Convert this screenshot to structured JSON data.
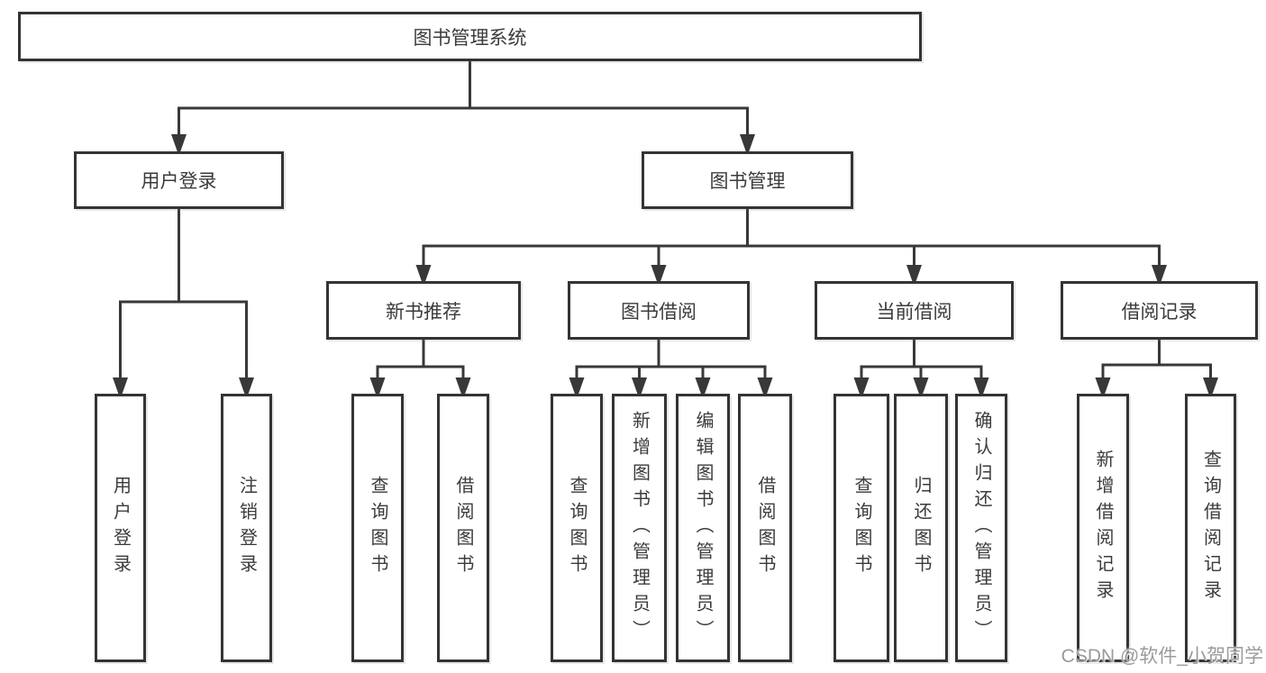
{
  "diagram": {
    "root": {
      "label": "图书管理系统"
    },
    "level2": [
      {
        "label": "用户登录"
      },
      {
        "label": "图书管理"
      }
    ],
    "level3": [
      {
        "label": "新书推荐"
      },
      {
        "label": "图书借阅"
      },
      {
        "label": "当前借阅"
      },
      {
        "label": "借阅记录"
      }
    ],
    "leaves": {
      "user_login": [
        {
          "label": "用户登录"
        },
        {
          "label": "注销登录"
        }
      ],
      "new_book_recommend": [
        {
          "label": "查询图书"
        },
        {
          "label": "借阅图书"
        }
      ],
      "book_borrow": [
        {
          "label": "查询图书"
        },
        {
          "label": "新增图书（管理员）"
        },
        {
          "label": "编辑图书（管理员）"
        },
        {
          "label": "借阅图书"
        }
      ],
      "current_borrow": [
        {
          "label": "查询图书"
        },
        {
          "label": "归还图书"
        },
        {
          "label": "确认归还（管理员）"
        }
      ],
      "borrow_records": [
        {
          "label": "新增借阅记录"
        },
        {
          "label": "查询借阅记录"
        }
      ]
    }
  },
  "watermark": {
    "text": "CSDN @软件_小贺同学"
  },
  "colors": {
    "border": "#343434",
    "line": "#383838",
    "text": "#3b3b3b",
    "watermark": "#9b9b9e",
    "background": "#ffffff"
  }
}
